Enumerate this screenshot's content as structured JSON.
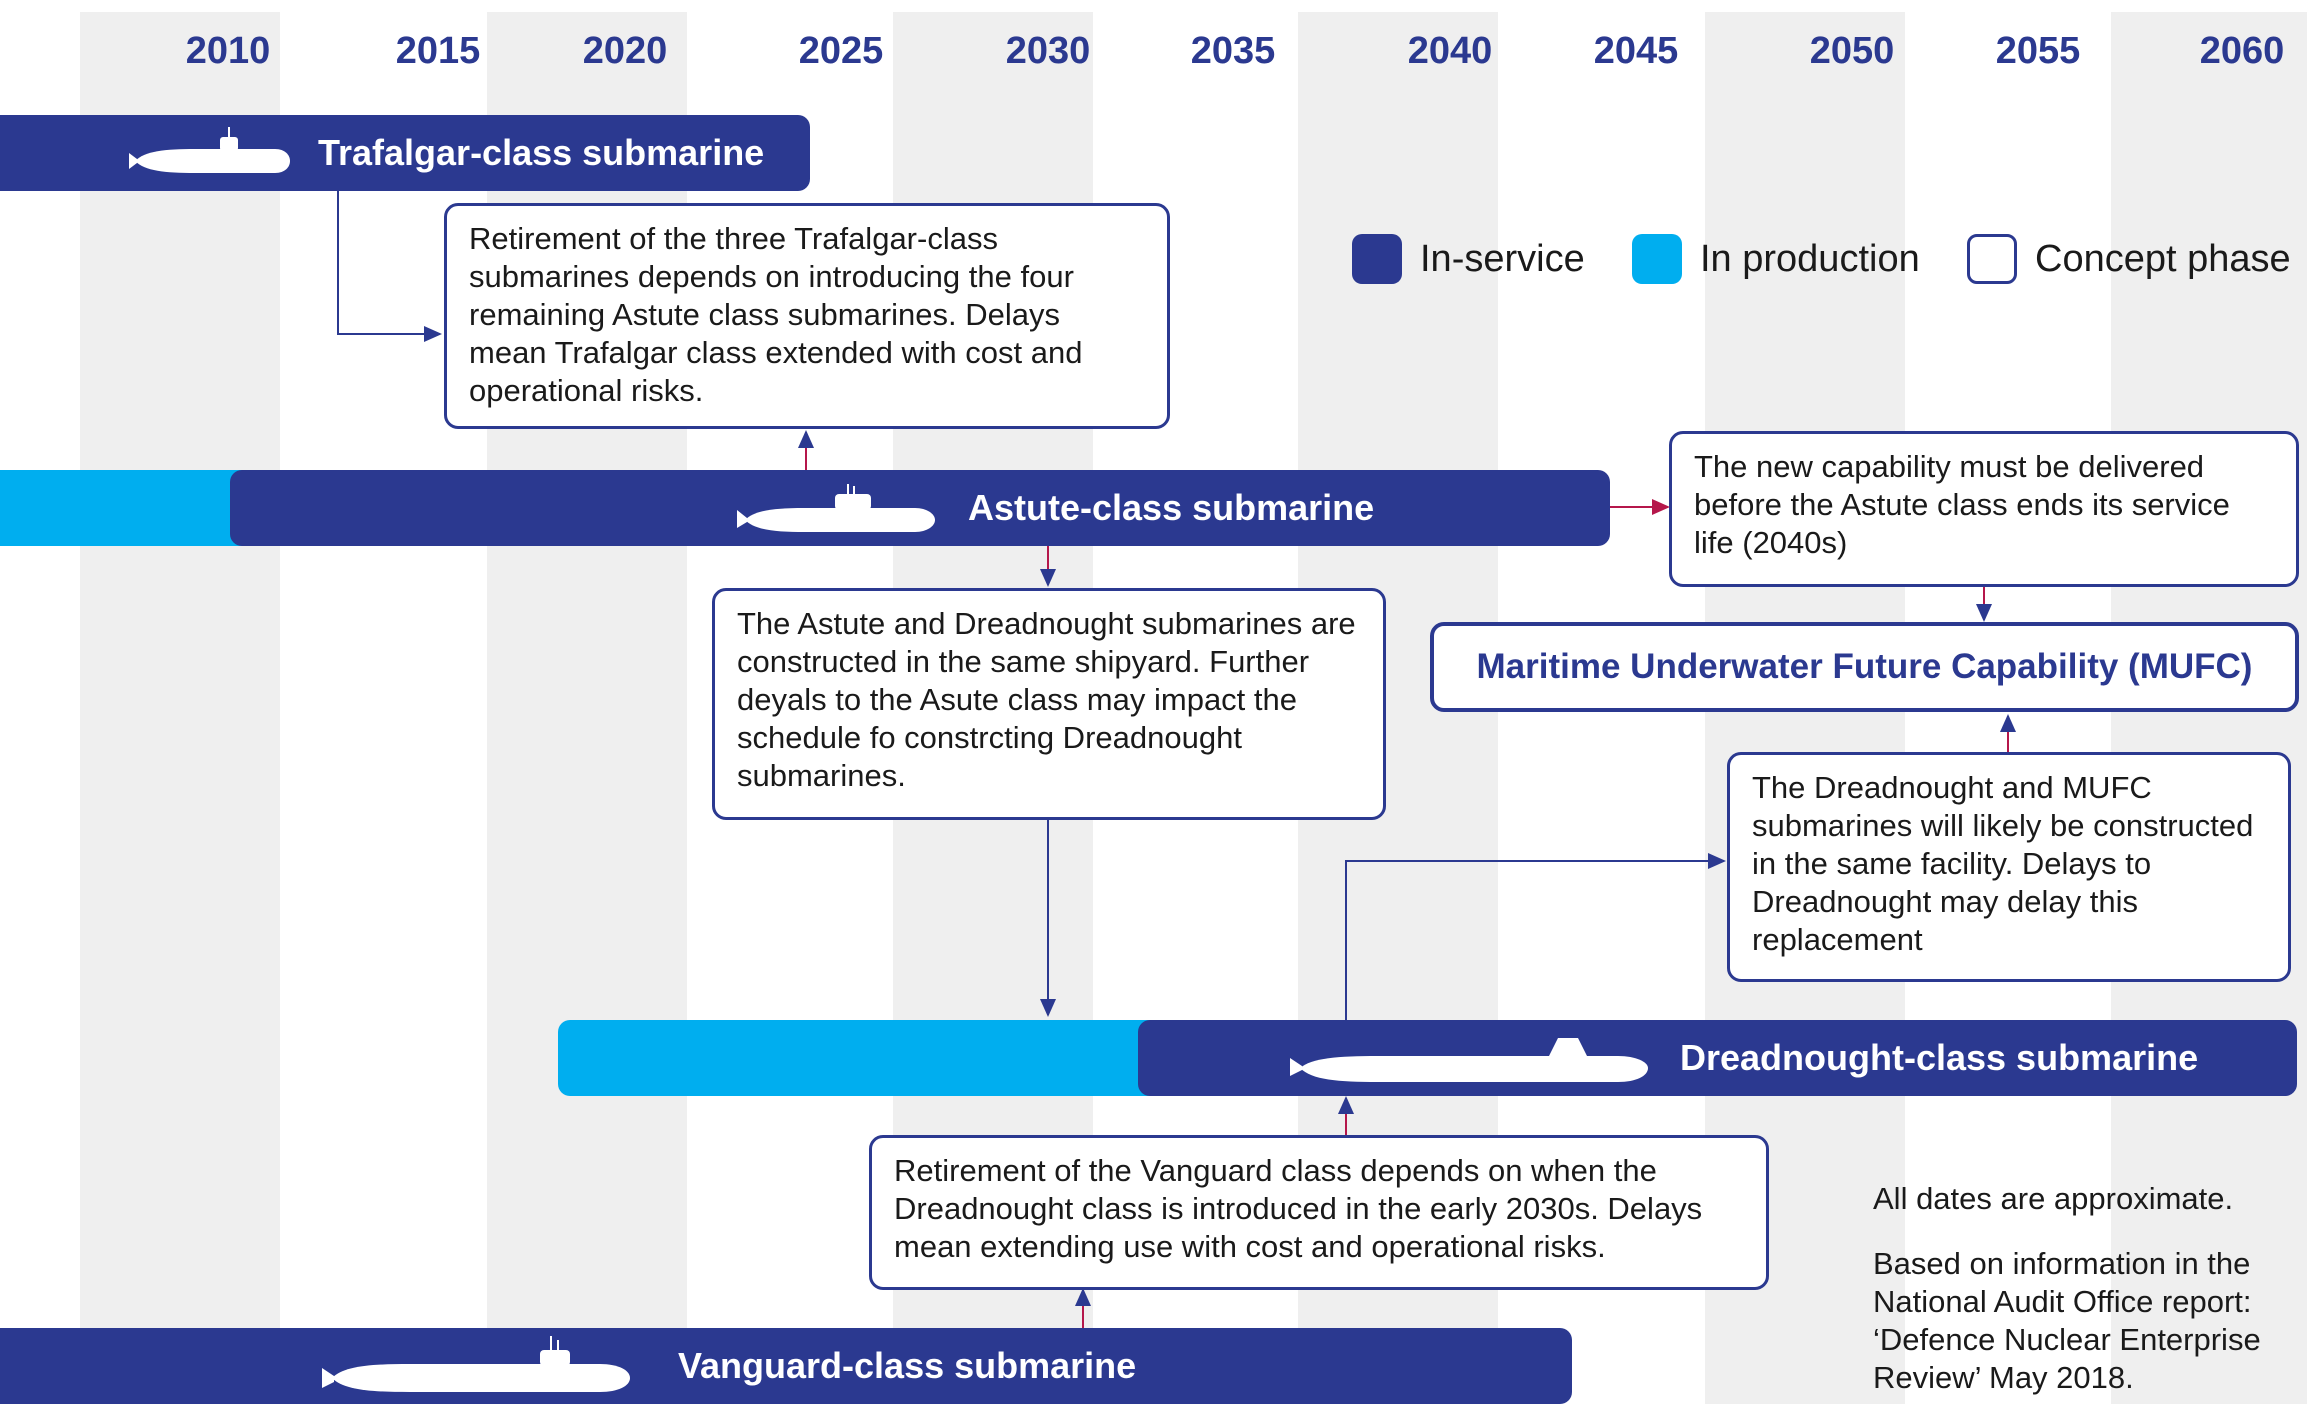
{
  "colors": {
    "in_service": "#2b3990",
    "in_production": "#00aeef",
    "concept_border": "#2b3990",
    "band": "#efefef",
    "arrow_blue": "#2b3990",
    "arrow_red": "#b5174b"
  },
  "years": [
    "2010",
    "2015",
    "2020",
    "2025",
    "2030",
    "2035",
    "2040",
    "2045",
    "2050",
    "2055",
    "2060"
  ],
  "legend": {
    "in_service": "In-service",
    "in_production": "In production",
    "concept": "Concept phase"
  },
  "bars": {
    "trafalgar": {
      "label": "Trafalgar-class submarine",
      "icon": "submarine-icon"
    },
    "astute": {
      "label": "Astute-class submarine",
      "icon": "submarine-icon"
    },
    "dreadnought": {
      "label": "Dreadnought-class submarine",
      "icon": "submarine-icon"
    },
    "vanguard": {
      "label": "Vanguard-class submarine",
      "icon": "submarine-icon"
    }
  },
  "notes": {
    "trafalgar_note": "Retirement of the three Trafalgar-class submarines depends on introducing the four remaining Astute class submarines. Delays mean Trafalgar class extended with cost and operational risks.",
    "capability_note": "The new capability must be delivered before the Astute class ends its service life (2040s)",
    "astute_note": "The Astute and Dreadnought submarines are constructed in the same shipyard. Further deyals to the Asute class may impact the schedule fo constrcting Dreadnought submarines.",
    "mufc_note": "The Dreadnought and MUFC submarines will likely be constructed in the same facility. Delays to Dreadnought may delay this replacement",
    "vanguard_note": "Retirement of the Vanguard class depends on when the Dreadnought class is introduced in the early 2030s. Delays mean extending use with cost and operational risks."
  },
  "mufc": {
    "label": "Maritime Underwater Future Capability (MUFC)"
  },
  "footnotes": {
    "approx": "All dates are approximate.",
    "source": "Based on information in the National Audit Office report: ‘Defence Nuclear Enterprise Review’ May 2018."
  }
}
